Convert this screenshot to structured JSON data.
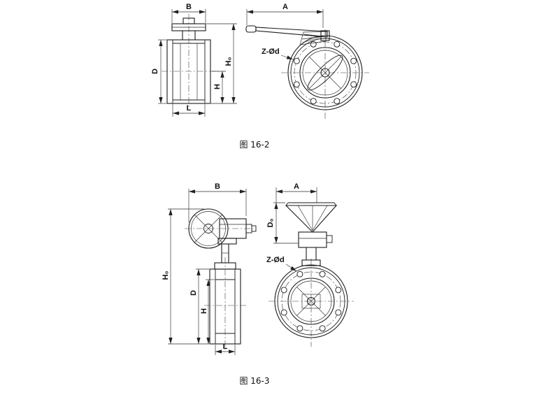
{
  "colors": {
    "line": "#1a1a1a",
    "background": "#ffffff"
  },
  "figure1": {
    "caption": "图 16-2",
    "labels": {
      "B": "B",
      "D": "D",
      "H": "H",
      "H0": "H₀",
      "L": "L",
      "A": "A",
      "Zd": "Z-Ød"
    }
  },
  "figure2": {
    "caption": "图 16-3",
    "labels": {
      "B": "B",
      "D": "D",
      "H": "H",
      "H0": "H₀",
      "L": "L",
      "A": "A",
      "Zd": "Z-Ød",
      "D0": "D₀"
    }
  }
}
